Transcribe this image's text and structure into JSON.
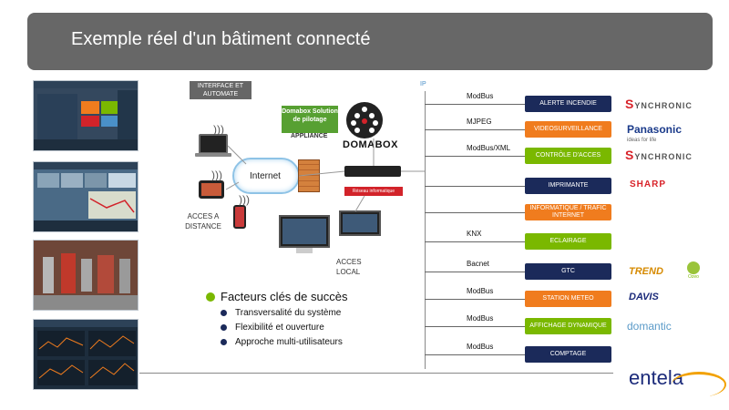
{
  "title": "Exemple réel d'un bâtiment connecté",
  "interface_tag": "INTERFACE ET AUTOMATE",
  "internet_label": "Internet",
  "acces_distance": "ACCES A DISTANCE",
  "domabox_green": "Domabox Solution de pilotage",
  "pilotage_appliance": "APPLIANCE",
  "domabox_logo_text": "DOMABOX",
  "reseau_label": "Réseau informatique",
  "acces_local": "ACCES LOCAL",
  "ip_label": "IP",
  "systems": [
    {
      "protocol": "ModBus",
      "label": "ALERTE INCENDIE",
      "color": "#1b2a5a"
    },
    {
      "protocol": "MJPEG",
      "label": "VIDEOSURVEILLANCE",
      "color": "#f07c1e"
    },
    {
      "protocol": "ModBus/XML",
      "label": "CONTRÔLE D'ACCES",
      "color": "#7ab800"
    },
    {
      "protocol": "",
      "label": "IMPRIMANTE",
      "color": "#1b2a5a"
    },
    {
      "protocol": "",
      "label": "INFORMATIQUE / TRAFIC INTERNET",
      "color": "#f07c1e"
    },
    {
      "protocol": "KNX",
      "label": "ECLAIRAGE",
      "color": "#7ab800"
    },
    {
      "protocol": "Bacnet",
      "label": "GTC",
      "color": "#1b2a5a"
    },
    {
      "protocol": "ModBus",
      "label": "STATION METEO",
      "color": "#f07c1e"
    },
    {
      "protocol": "ModBus",
      "label": "AFFICHAGE DYNAMIQUE",
      "color": "#7ab800"
    },
    {
      "protocol": "ModBus",
      "label": "COMPTAGE",
      "color": "#1b2a5a"
    }
  ],
  "facteurs": {
    "title": "Facteurs clés de succès",
    "items": [
      "Transversalité du système",
      "Flexibilité et ouverture",
      "Approche multi-utilisateurs"
    ]
  },
  "brands": {
    "synchronic1": "YNCHRONIC",
    "panasonic": "Panasonic",
    "panasonic_tag": "ideas for life",
    "synchronic2": "YNCHRONIC",
    "sharp": "SHARP",
    "trend": "TREND",
    "ozeo": "Ozeo",
    "davis": "DAVIS",
    "domantic": "domantic"
  },
  "footer_brand": "entela"
}
